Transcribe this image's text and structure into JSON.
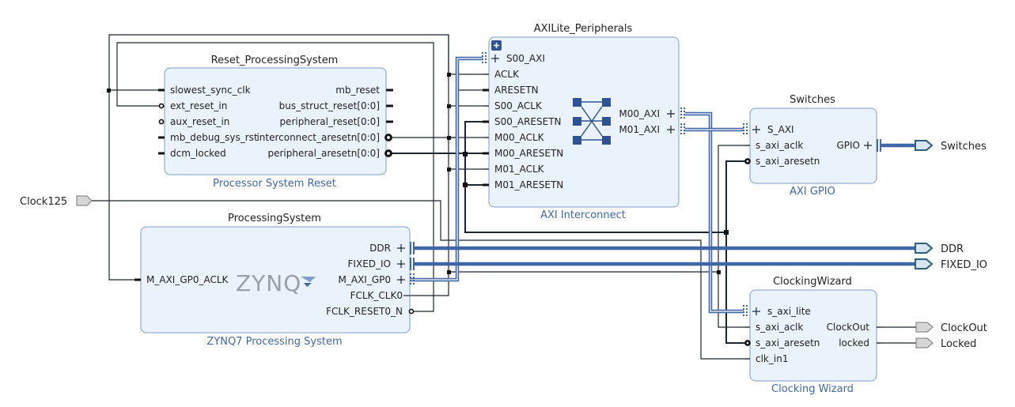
{
  "colors": {
    "block_fill": "#eaf2fb",
    "block_border": "#7e9fc8",
    "bus": "#3f67a8",
    "wire": "#1a2533",
    "ip_label": "#3f67a8"
  },
  "external_ports": {
    "clock125": "Clock125",
    "switches": "Switches",
    "ddr": "DDR",
    "fixed_io": "FIXED_IO",
    "clockout": "ClockOut",
    "locked": "Locked"
  },
  "blocks": {
    "reset": {
      "title": "Reset_ProcessingSystem",
      "ip": "Processor System Reset",
      "left_pins": [
        "slowest_sync_clk",
        "ext_reset_in",
        "aux_reset_in",
        "mb_debug_sys_rst",
        "dcm_locked"
      ],
      "right_pins": [
        "mb_reset",
        "bus_struct_reset[0:0]",
        "peripheral_reset[0:0]",
        "interconnect_aresetn[0:0]",
        "peripheral_aresetn[0:0]"
      ]
    },
    "ps": {
      "title": "ProcessingSystem",
      "ip": "ZYNQ7 Processing System",
      "logo": "ZYNQ",
      "left_pins": [
        "M_AXI_GP0_ACLK"
      ],
      "right_pins": [
        "DDR",
        "FIXED_IO",
        "M_AXI_GP0",
        "FCLK_CLK0",
        "FCLK_RESET0_N"
      ]
    },
    "axi": {
      "title": "AXILite_Peripherals",
      "ip": "AXI Interconnect",
      "expand_icon": "plus-box-icon",
      "left_pins": [
        "S00_AXI",
        "ACLK",
        "ARESETN",
        "S00_ACLK",
        "S00_ARESETN",
        "M00_ACLK",
        "M00_ARESETN",
        "M01_ACLK",
        "M01_ARESETN"
      ],
      "right_pins": [
        "M00_AXI",
        "M01_AXI"
      ]
    },
    "gpio": {
      "title": "Switches",
      "ip": "AXI GPIO",
      "left_pins": [
        "S_AXI",
        "s_axi_aclk",
        "s_axi_aresetn"
      ],
      "right_pins": [
        "GPIO"
      ]
    },
    "clk": {
      "title": "ClockingWizard",
      "ip": "Clocking Wizard",
      "left_pins": [
        "s_axi_lite",
        "s_axi_aclk",
        "s_axi_aresetn",
        "clk_in1"
      ],
      "right_pins": [
        "ClockOut",
        "locked"
      ]
    }
  }
}
